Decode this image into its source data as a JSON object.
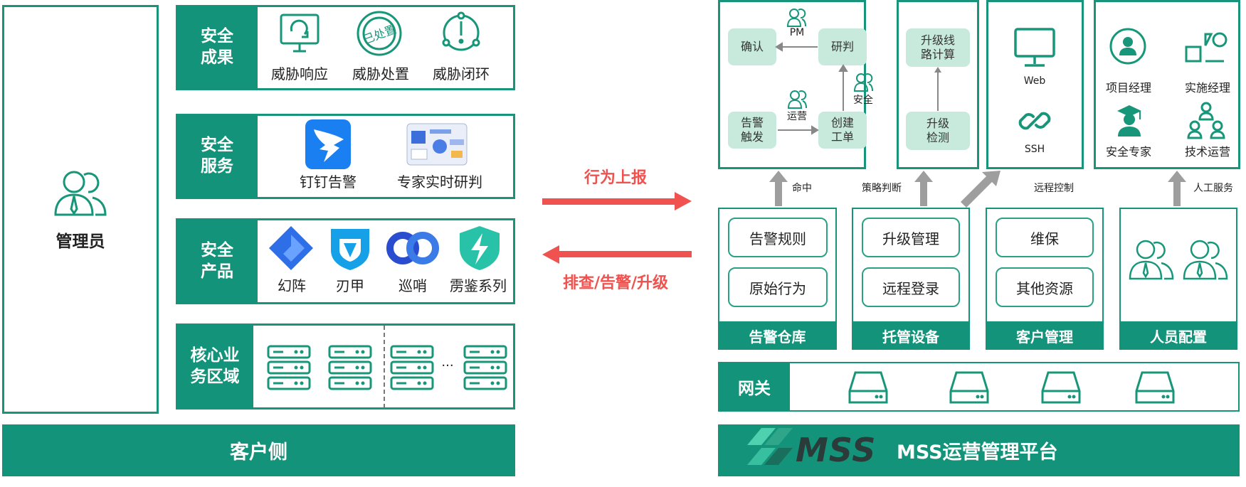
{
  "client": {
    "admin_label": "管理员",
    "footer_label": "客户侧",
    "rows": [
      {
        "title_line1": "安全",
        "title_line2": "成果",
        "items": [
          "威胁响应",
          "威胁处置",
          "威胁闭环"
        ]
      },
      {
        "title_line1": "安全",
        "title_line2": "服务",
        "items": [
          "钉钉告警",
          "专家实时研判"
        ]
      },
      {
        "title_line1": "安全",
        "title_line2": "产品",
        "items": [
          "幻阵",
          "刃甲",
          "巡哨",
          "雳鉴系列"
        ]
      },
      {
        "title_line1": "核心业",
        "title_line2": "务区域",
        "ellipsis": "···"
      }
    ],
    "stamp_text": "已处置"
  },
  "flow": {
    "report_label": "行为上报",
    "response_label": "排查/告警/升级",
    "color": "#f0524f"
  },
  "mss": {
    "logo_text": "MSS",
    "platform_label": "MSS运营管理平台",
    "gateway_label": "网关",
    "workflow": {
      "confirm": "确认",
      "judge": "研判",
      "alarm_line1": "告警",
      "alarm_line2": "触发",
      "create_line1": "创建",
      "create_line2": "工单",
      "pm": "PM",
      "ops": "运营",
      "security": "安全"
    },
    "upgrade": {
      "calc_line1": "升级线",
      "calc_line2": "路计算",
      "check_line1": "升级",
      "check_line2": "检测"
    },
    "remote": {
      "web": "Web",
      "ssh": "SSH"
    },
    "staff": {
      "pm": "项目经理",
      "impl": "实施经理",
      "expert": "安全专家",
      "techops": "技术运营"
    },
    "arrows": {
      "hit": "命中",
      "policy": "策略判断",
      "remote": "远程控制",
      "manual": "人工服务"
    },
    "modules": [
      {
        "title": "告警仓库",
        "items": [
          "告警规则",
          "原始行为"
        ]
      },
      {
        "title": "托管设备",
        "items": [
          "升级管理",
          "远程登录"
        ]
      },
      {
        "title": "客户管理",
        "items": [
          "维保",
          "其他资源"
        ]
      },
      {
        "title": "人员配置"
      }
    ]
  },
  "colors": {
    "brand_green": "#13947a",
    "mint": "#c7eadc",
    "arrow_red": "#f0524f",
    "arrow_gray": "#9e9e9e"
  }
}
